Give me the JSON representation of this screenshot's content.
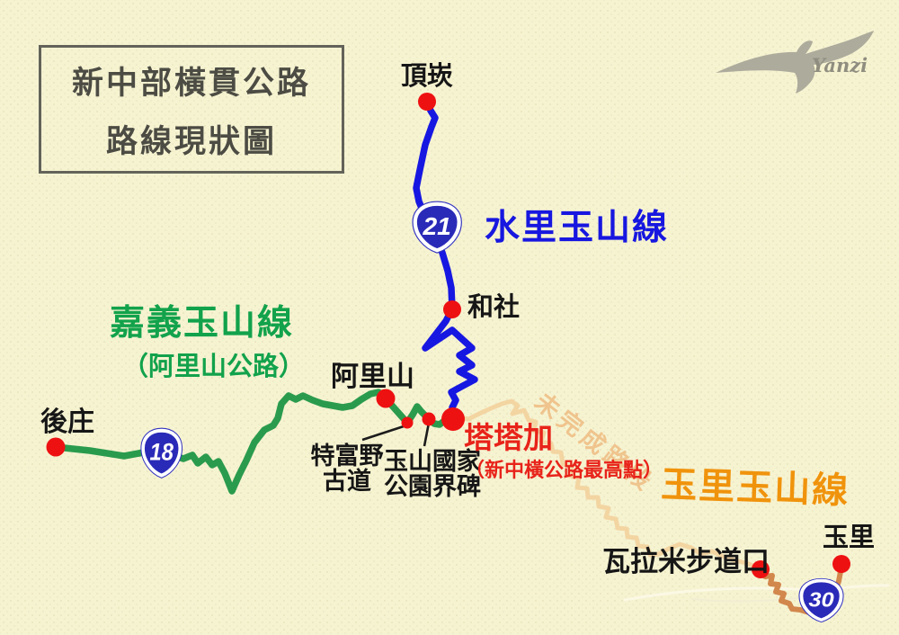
{
  "title": {
    "line1": "新中部橫貫公路",
    "line2": "路線現狀圖"
  },
  "watermark": {
    "text": "Yanzi"
  },
  "routes": {
    "shuili": {
      "label": "水里玉山線",
      "shield": "21",
      "color": "#1717e0"
    },
    "chiayi": {
      "label": "嘉義玉山線",
      "sublabel": "（阿里山公路）",
      "shield": "18",
      "color": "#12a24c"
    },
    "yuli": {
      "label": "玉里玉山線",
      "shield": "30",
      "color": "#f0930c"
    },
    "unfinished": {
      "label": "未完成路段",
      "color": "#f3d5a2"
    }
  },
  "places": {
    "dingkan": {
      "label": "頂崁"
    },
    "heshe": {
      "label": "和社"
    },
    "houzhuang": {
      "label": "後庄"
    },
    "alishan": {
      "label": "阿里山"
    },
    "tefuye": {
      "line1": "特富野",
      "line2": "古道"
    },
    "yushan_marker": {
      "line1": "玉山國家",
      "line2": "公園界碑"
    },
    "tataka": {
      "label": "塔塔加",
      "note": "（新中橫公路最高點）"
    },
    "walami": {
      "label": "瓦拉米步道口"
    },
    "yuli_town": {
      "label": "玉里"
    }
  },
  "colors": {
    "background": "#f6f3d1",
    "route_blue": "#1717e2",
    "route_green": "#2a9b4d",
    "route_unfinished_peach": "#f3d5a2",
    "route_tan": "#d2874c",
    "marker_red": "#ee1111",
    "text_orange": "#f0930c",
    "text_red": "#e8231a",
    "shield_blue": "#2a2ab8"
  }
}
